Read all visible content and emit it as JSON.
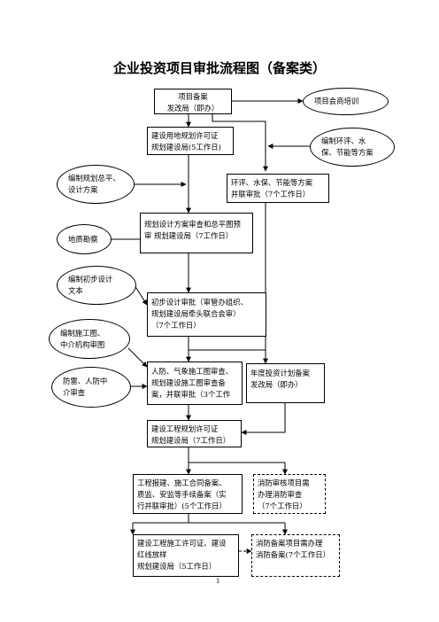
{
  "title": "企业投资项目审批流程图（备案类）",
  "page_number": "1",
  "nodes": {
    "n1": [
      "项目备案",
      "发改局（即办）"
    ],
    "n_train": [
      "项目会商培训"
    ],
    "n2": [
      "建设用地规划许可证",
      "规划建设局(5工作日)"
    ],
    "n_env_prep": [
      "编制环评、水",
      "保、节能等方案"
    ],
    "n_plan_prep": [
      "编制规划总平、",
      "设计方案"
    ],
    "n_env_review": [
      "环评、水保、节能等方案",
      "并联审批（7个工作日）"
    ],
    "n3": [
      "规划设计方案审查和总平图预",
      "审    规划建设局（7工作日）"
    ],
    "n_survey": [
      "地质勘察"
    ],
    "n_prelim_prep": [
      "编制初步设计",
      "文本"
    ],
    "n4": [
      "初步设计审批（审管办组织、",
      "规划建设局牵头联合会审）",
      "（7个工作日）"
    ],
    "n_drawing_prep": [
      "编制施工图、",
      "中介机构审图"
    ],
    "n_civil": [
      "防雷、人防中",
      "介审查"
    ],
    "n5": [
      "人防、气象施工图审查、",
      "规划建设施工图审查备",
      "案，并联审批（3个工作"
    ],
    "n_annual": [
      "年度投资计划备案",
      "发改局（即办）"
    ],
    "n6": [
      "建设工程规划许可证",
      "规划建设局（7工作日）"
    ],
    "n7": [
      "工程报建、施工合同备案、",
      "质监、安监等手续备案（实",
      "行并联审批）(5个工作日）"
    ],
    "n_fire1": [
      "消防审核项目需",
      "办理消防审查",
      "（7个工作日）"
    ],
    "n8": [
      "建设工程施工许可证、建设",
      "红线放样",
      "规划建设局（5工作日）"
    ],
    "n_fire2": [
      "消防备案项目需办理",
      "消防备案(7个工作日）"
    ]
  }
}
